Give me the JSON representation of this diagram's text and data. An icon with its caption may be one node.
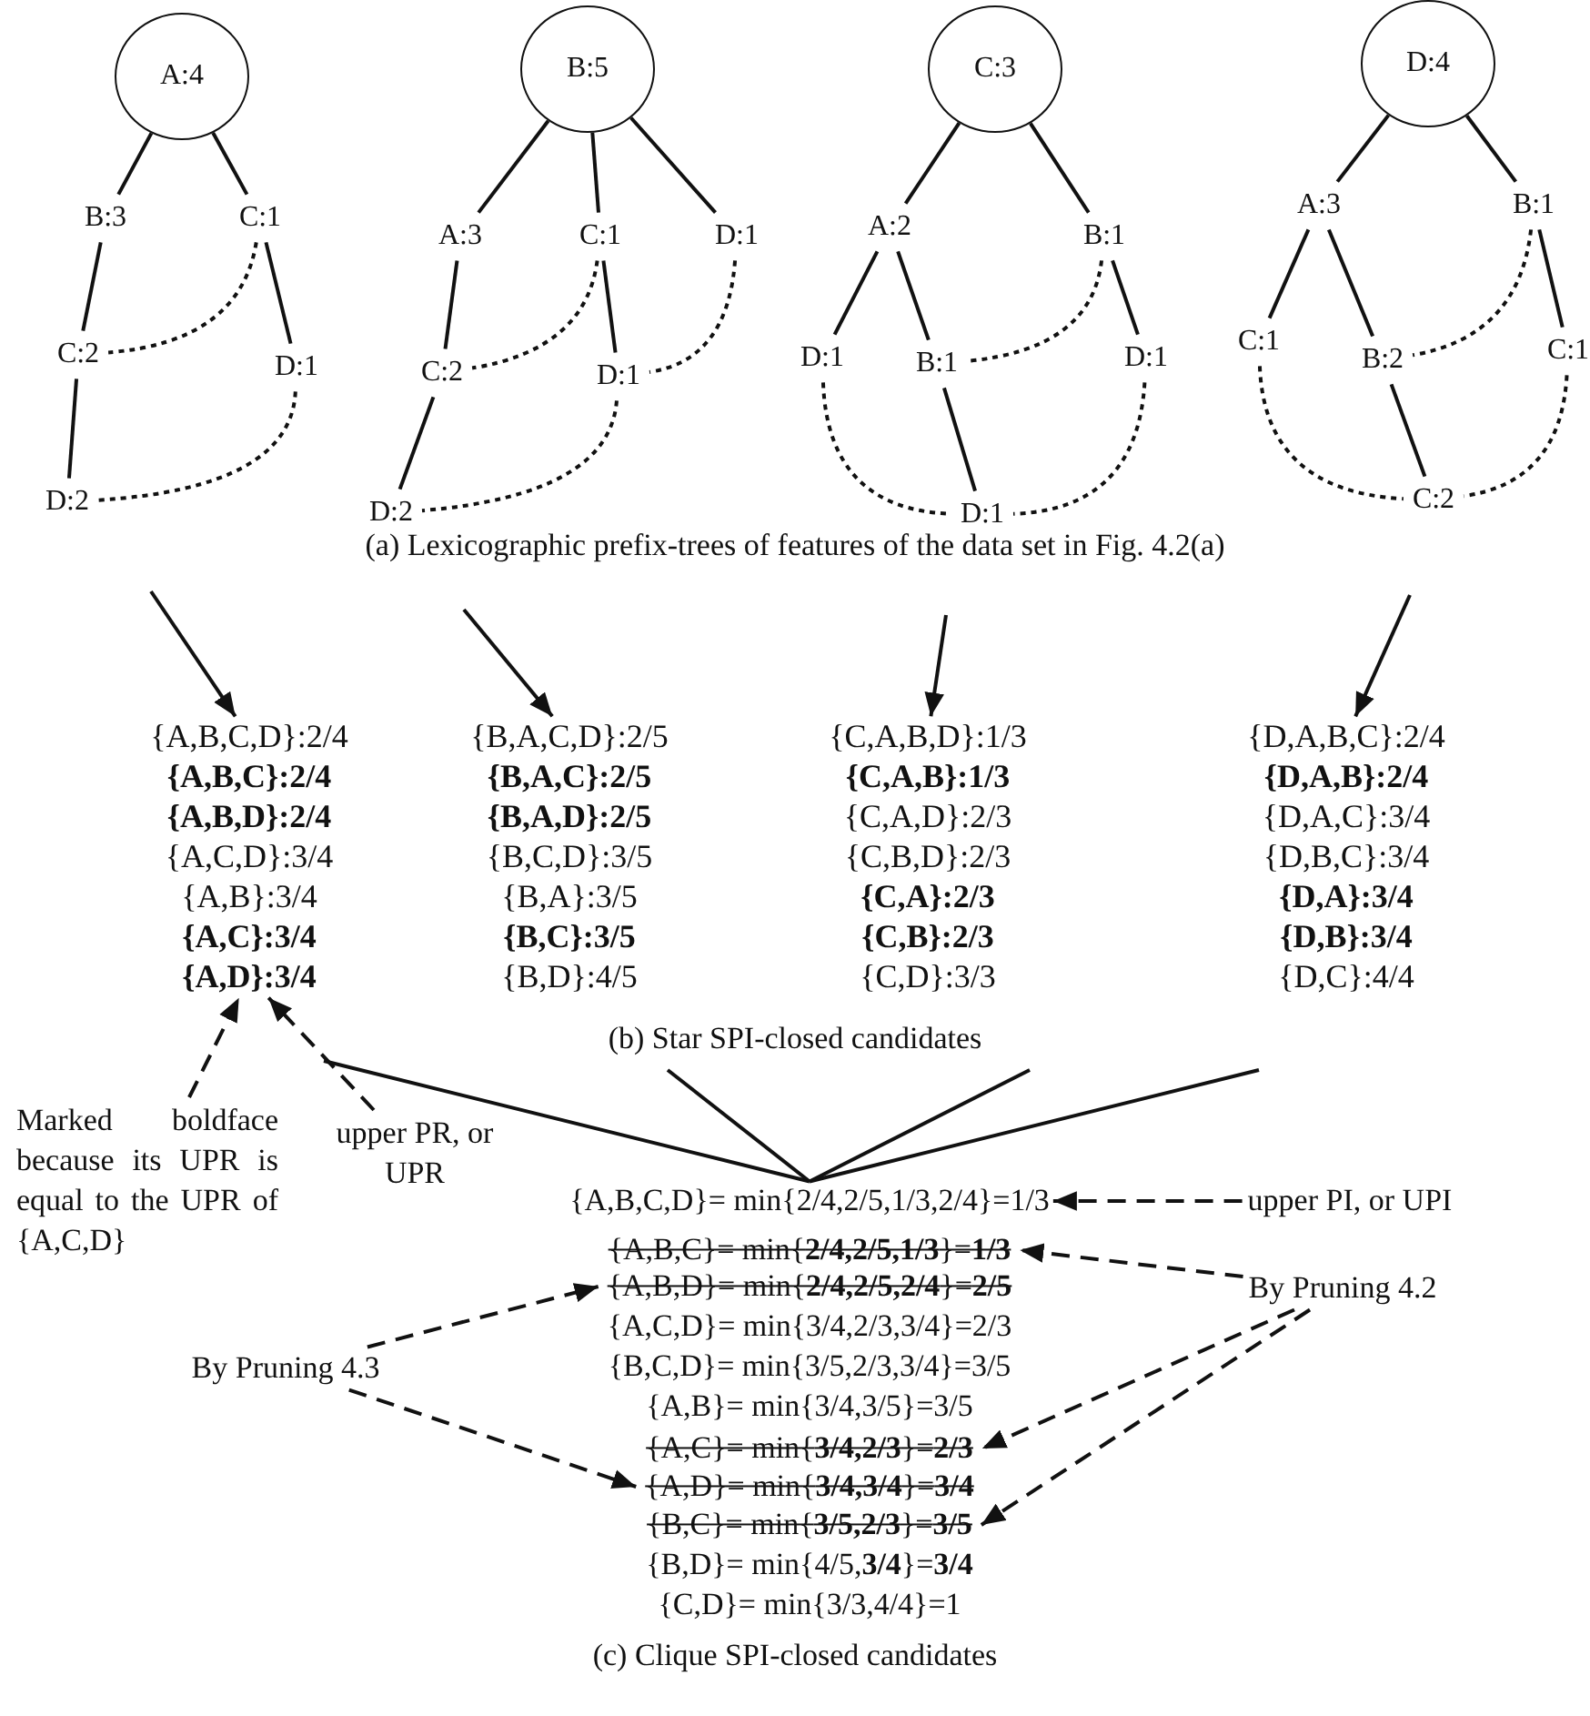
{
  "diagram": {
    "nodes": [
      {
        "text": [
          "A:4"
        ]
      },
      {
        "text": [
          "B:3"
        ]
      },
      {
        "text": [
          "C:1"
        ]
      },
      {
        "text": [
          "C:2"
        ]
      },
      {
        "text": [
          "D:1"
        ]
      },
      {
        "text": [
          "D:2"
        ]
      },
      {
        "text": [
          "B:5"
        ]
      },
      {
        "text": [
          "A:3"
        ]
      },
      {
        "text": [
          "C:1"
        ]
      },
      {
        "text": [
          "D:1"
        ]
      },
      {
        "text": [
          "C:2"
        ]
      },
      {
        "text": [
          "D:1"
        ]
      },
      {
        "text": [
          "D:2"
        ]
      },
      {
        "text": [
          "C:3"
        ]
      },
      {
        "text": [
          "A:2"
        ]
      },
      {
        "text": [
          "B:1"
        ]
      },
      {
        "text": [
          "D:1"
        ]
      },
      {
        "text": [
          "B:1"
        ]
      },
      {
        "text": [
          "D:1"
        ]
      },
      {
        "text": [
          "D:1"
        ]
      },
      {
        "text": [
          "D:4"
        ]
      },
      {
        "text": [
          "A:3"
        ]
      },
      {
        "text": [
          "B:1"
        ]
      },
      {
        "text": [
          "C:1"
        ]
      },
      {
        "text": [
          "B:2"
        ]
      },
      {
        "text": [
          "C:1"
        ]
      },
      {
        "text": [
          "C:2"
        ]
      },
      {
        "text": [
          "{A,B,C,D}:2/4"
        ]
      },
      {
        "text": [
          "{A,B,C}:2/4"
        ]
      },
      {
        "text": [
          "{A,B,D}:2/4"
        ]
      },
      {
        "text": [
          "{A,C,D}:3/4"
        ]
      },
      {
        "text": [
          "{A,B}:3/4"
        ]
      },
      {
        "text": [
          "{A,C}:3/4"
        ]
      },
      {
        "text": [
          "{A,D}:3/4"
        ]
      },
      {
        "text": [
          "{B,A,C,D}:2/5"
        ]
      },
      {
        "text": [
          "{B,A,C}:2/5"
        ]
      },
      {
        "text": [
          "{B,A,D}:2/5"
        ]
      },
      {
        "text": [
          "{B,C,D}:3/5"
        ]
      },
      {
        "text": [
          "{B,A}:3/5"
        ]
      },
      {
        "text": [
          "{B,C}:3/5"
        ]
      },
      {
        "text": [
          "{B,D}:4/5"
        ]
      },
      {
        "text": [
          "{C,A,B,D}:1/3"
        ]
      },
      {
        "text": [
          "{C,A,B}:1/3"
        ]
      },
      {
        "text": [
          "{C,A,D}:2/3"
        ]
      },
      {
        "text": [
          "{C,B,D}:2/3"
        ]
      },
      {
        "text": [
          "{C,A}:2/3"
        ]
      },
      {
        "text": [
          "{C,B}:2/3"
        ]
      },
      {
        "text": [
          "{C,D}:3/3"
        ]
      },
      {
        "text": [
          "{D,A,B,C}:2/4"
        ]
      },
      {
        "text": [
          "{D,A,B}:2/4"
        ]
      },
      {
        "text": [
          "{D,A,C}:3/4"
        ]
      },
      {
        "text": [
          "{D,B,C}:3/4"
        ]
      },
      {
        "text": [
          "{D,A}:3/4"
        ]
      },
      {
        "text": [
          "{D,B}:3/4"
        ]
      },
      {
        "text": [
          "{D,C}:4/4"
        ]
      },
      {
        "text": [
          "Marked boldface because its UPR is equal to the UPR of {A,C,D}"
        ]
      },
      {
        "text": [
          "upper PR, or UPR"
        ]
      },
      {
        "text": [
          "{A,B,C,D}= min{2/4,2/5,1/3,2/4}=1/3"
        ]
      },
      {
        "text": [
          "{A,B,C}= min{**2/4,2/5,1/3**}=**1/3**"
        ]
      },
      {
        "text": [
          "{A,B,D}= min{**2/4,2/5,2/4**}=**2/5**"
        ]
      },
      {
        "text": [
          "{A,C,D}= min{3/4,2/3,3/4}=2/3"
        ]
      },
      {
        "text": [
          "{B,C,D}= min{3/5,2/3,3/4}=3/5"
        ]
      },
      {
        "text": [
          "{A,B}= min{3/4,3/5}=3/5"
        ]
      },
      {
        "text": [
          "{A,C}= min{**3/4,2/3**}=**2/3**"
        ]
      },
      {
        "text": [
          "{A,D}= min{**3/4,3/4**}=**3/4**"
        ]
      },
      {
        "text": [
          "{B,C}= min{**3/5,2/3**}=**3/5**"
        ]
      },
      {
        "text": [
          "{B,D}= min{4/5,**3/4**}=**3/4**"
        ]
      },
      {
        "text": [
          "{C,D}= min{3/3,4/4}=1"
        ]
      },
      {
        "text": [
          "upper PI, or UPI"
        ]
      },
      {
        "text": [
          "By Pruning 4.2"
        ]
      },
      {
        "text": [
          "By Pruning 4.3"
        ]
      }
    ],
    "edges": [
      {
        "from": 0,
        "to": 1,
        "arrow": "none"
      },
      {
        "from": 0,
        "to": 2,
        "arrow": "none"
      },
      {
        "from": 1,
        "to": 3,
        "arrow": "none"
      },
      {
        "from": 2,
        "to": 4,
        "arrow": "none"
      },
      {
        "from": 3,
        "to": 5,
        "arrow": "none"
      },
      {
        "from": 2,
        "to": 3,
        "arrow": "none",
        "style": "dashed"
      },
      {
        "from": 4,
        "to": 5,
        "arrow": "none",
        "style": "dashed"
      },
      {
        "from": 6,
        "to": 7,
        "arrow": "none"
      },
      {
        "from": 6,
        "to": 8,
        "arrow": "none"
      },
      {
        "from": 6,
        "to": 9,
        "arrow": "none"
      },
      {
        "from": 7,
        "to": 10,
        "arrow": "none"
      },
      {
        "from": 8,
        "to": 11,
        "arrow": "none"
      },
      {
        "from": 10,
        "to": 12,
        "arrow": "none"
      },
      {
        "from": 8,
        "to": 10,
        "arrow": "none",
        "style": "dashed"
      },
      {
        "from": 9,
        "to": 11,
        "arrow": "none",
        "style": "dashed"
      },
      {
        "from": 11,
        "to": 12,
        "arrow": "none",
        "style": "dashed"
      },
      {
        "from": 13,
        "to": 14,
        "arrow": "none"
      },
      {
        "from": 13,
        "to": 15,
        "arrow": "none"
      },
      {
        "from": 14,
        "to": 16,
        "arrow": "none"
      },
      {
        "from": 14,
        "to": 17,
        "arrow": "none"
      },
      {
        "from": 15,
        "to": 18,
        "arrow": "none"
      },
      {
        "from": 17,
        "to": 19,
        "arrow": "none"
      },
      {
        "from": 15,
        "to": 17,
        "arrow": "none",
        "style": "dashed"
      },
      {
        "from": 16,
        "to": 19,
        "arrow": "none",
        "style": "dashed"
      },
      {
        "from": 18,
        "to": 19,
        "arrow": "none",
        "style": "dashed"
      },
      {
        "from": 20,
        "to": 21,
        "arrow": "none"
      },
      {
        "from": 20,
        "to": 22,
        "arrow": "none"
      },
      {
        "from": 21,
        "to": 23,
        "arrow": "none"
      },
      {
        "from": 21,
        "to": 24,
        "arrow": "none"
      },
      {
        "from": 22,
        "to": 25,
        "arrow": "none"
      },
      {
        "from": 24,
        "to": 26,
        "arrow": "none"
      },
      {
        "from": 22,
        "to": 24,
        "arrow": "none",
        "style": "dashed"
      },
      {
        "from": 23,
        "to": 26,
        "arrow": "none",
        "style": "dashed"
      },
      {
        "from": 25,
        "to": 26,
        "arrow": "none",
        "style": "dashed"
      },
      {
        "from": null,
        "to": 27,
        "arrow": "to"
      },
      {
        "from": null,
        "to": 34,
        "arrow": "to"
      },
      {
        "from": null,
        "to": 41,
        "arrow": "to"
      },
      {
        "from": null,
        "to": 48,
        "arrow": "to"
      },
      {
        "from": null,
        "to": 57,
        "arrow": "none"
      },
      {
        "from": null,
        "to": 57,
        "arrow": "none"
      },
      {
        "from": null,
        "to": 57,
        "arrow": "none"
      },
      {
        "from": null,
        "to": 57,
        "arrow": "none"
      },
      {
        "from": 55,
        "to": 33,
        "arrow": "to",
        "style": "dashed"
      },
      {
        "from": 56,
        "to": 33,
        "arrow": "to",
        "style": "dashed"
      },
      {
        "from": 68,
        "to": 57,
        "arrow": "to",
        "style": "dashed"
      },
      {
        "from": 69,
        "to": 58,
        "arrow": "to",
        "style": "dashed"
      },
      {
        "from": 69,
        "to": 63,
        "arrow": "to",
        "style": "dashed"
      },
      {
        "from": 69,
        "to": 65,
        "arrow": "to",
        "style": "dashed"
      },
      {
        "from": 70,
        "to": 59,
        "arrow": "to",
        "style": "dashed"
      },
      {
        "from": 70,
        "to": 64,
        "arrow": "to",
        "style": "dashed"
      }
    ],
    "labels": [
      "(a) Lexicographic prefix-trees of features of the data set in Fig. 4.2(a)",
      "(b) Star SPI-closed candidates",
      "(c) Clique SPI-closed candidates"
    ]
  }
}
